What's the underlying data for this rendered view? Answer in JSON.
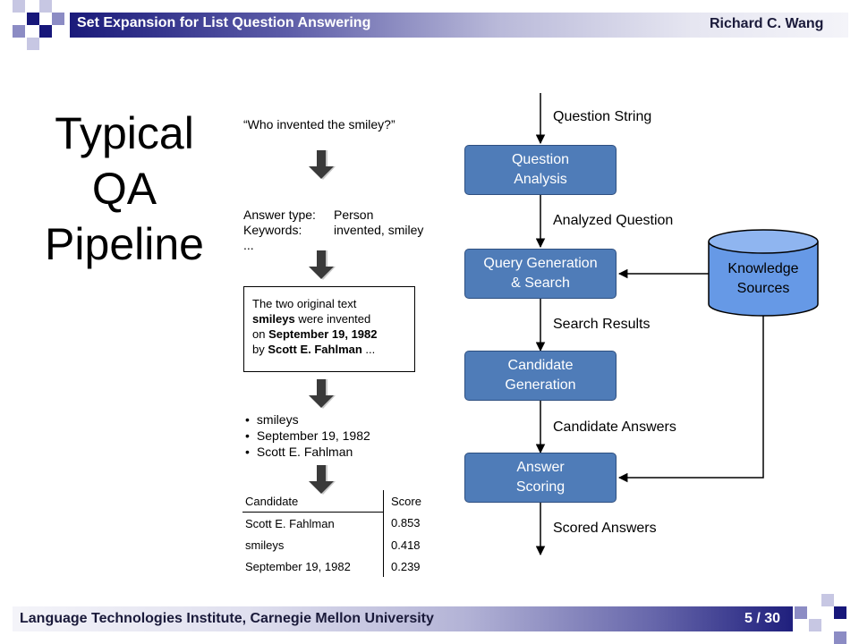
{
  "header": {
    "title": "Set Expansion for List Question Answering",
    "author": "Richard C. Wang"
  },
  "footer": {
    "institution": "Language Technologies Institute, Carnegie Mellon University",
    "page": "5 / 30"
  },
  "slide": {
    "title_lines": [
      "Typical",
      "QA",
      "Pipeline"
    ]
  },
  "example": {
    "question": "“Who invented the smiley?”",
    "analysis": {
      "answer_type_label": "Answer type:",
      "answer_type_value": "Person",
      "keywords_label": "Keywords:",
      "keywords_value": "invented, smiley",
      "ellipsis": "..."
    },
    "passage": {
      "line1": "The two original text",
      "line2_bold": "smileys",
      "line2_rest": " were invented",
      "line3_pre": "on ",
      "line3_bold": "September 19, 1982",
      "line4_pre": "by ",
      "line4_bold": "Scott E. Fahlman",
      "line4_post": " ..."
    },
    "candidates": [
      "smileys",
      "September 19, 1982",
      "Scott E. Fahlman"
    ],
    "score_table": {
      "headers": [
        "Candidate",
        "Score"
      ],
      "rows": [
        {
          "candidate": "Scott E. Fahlman",
          "score": "0.853"
        },
        {
          "candidate": "smileys",
          "score": "0.418"
        },
        {
          "candidate": "September 19, 1982",
          "score": "0.239"
        }
      ]
    }
  },
  "pipeline": {
    "stages": [
      "Question\nAnalysis",
      "Query Generation\n& Search",
      "Candidate\nGeneration",
      "Answer\nScoring"
    ],
    "flows": [
      "Question String",
      "Analyzed Question",
      "Search Results",
      "Candidate Answers",
      "Scored Answers"
    ],
    "knowledge_sources": "Knowledge\nSources"
  },
  "colors": {
    "stage_fill": "#4f7cb8",
    "cylinder_fill": "#6699e6",
    "header_dark": "#17177a"
  }
}
